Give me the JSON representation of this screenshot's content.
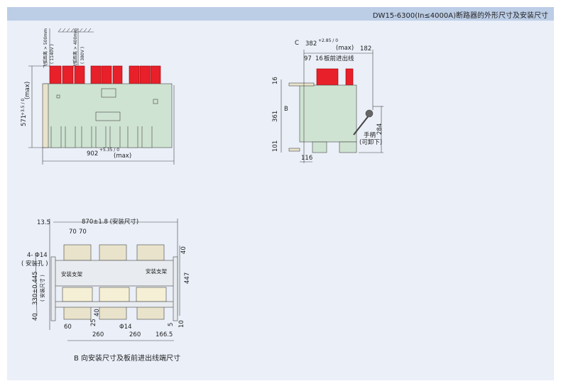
{
  "title": "DW15-6300(In≤4000A)断路器的外形尺寸及安装尺寸",
  "front_view": {
    "arc_label_1": "飞弧距离 > 500mm",
    "arc_voltage_1": "( 1140V )",
    "arc_label_2": "飞弧距离 > 400mm",
    "arc_voltage_2": "( 380V )",
    "height_dim": "571",
    "height_tol": "+3.5 / 0",
    "height_max": "(max)",
    "width_dim": "902",
    "width_tol": "+5.35 / 0",
    "width_max": "(max)"
  },
  "side_view": {
    "c_label": "C",
    "depth_dim": "382",
    "depth_tol": "+2.85 / 0",
    "depth_max": "(max)",
    "handle_dim": "182",
    "dim_97": "97",
    "dim_16_top": "16",
    "front_wiring": "板前进出线",
    "dim_16": "16",
    "b_label": "B",
    "dim_361": "361",
    "dim_101": "101",
    "dim_116": "116",
    "dim_284": "284",
    "handle_label": "手柄",
    "handle_note": "(可卸下)"
  },
  "bottom_view": {
    "dim_13_5": "13.5",
    "mount_width": "870±1.8 (安装尺寸)",
    "dim_70a": "70",
    "dim_70b": "70",
    "holes": "4- Φ14",
    "holes_note": "( 安装孔 )",
    "bracket_left": "安装支架",
    "bracket_right": "安装支架",
    "mount_depth": "330±0.445",
    "mount_depth_note": "( 安装尺寸 )",
    "dim_40_top": "40",
    "dim_447": "447",
    "dim_40_left": "40",
    "dim_60": "60",
    "dim_25": "25",
    "dim_40_mid": "40",
    "dim_phi14": "Φ14",
    "dim_260a": "260",
    "dim_260b": "260",
    "dim_166_5": "166.5",
    "dim_5": "5",
    "dim_10": "10",
    "caption": "B 向安装尺寸及板前进出线端尺寸"
  },
  "colors": {
    "header": "#bccde6",
    "panel": "#eaeff8",
    "terminal": "#e8202a",
    "body": "#cfe3d2"
  }
}
